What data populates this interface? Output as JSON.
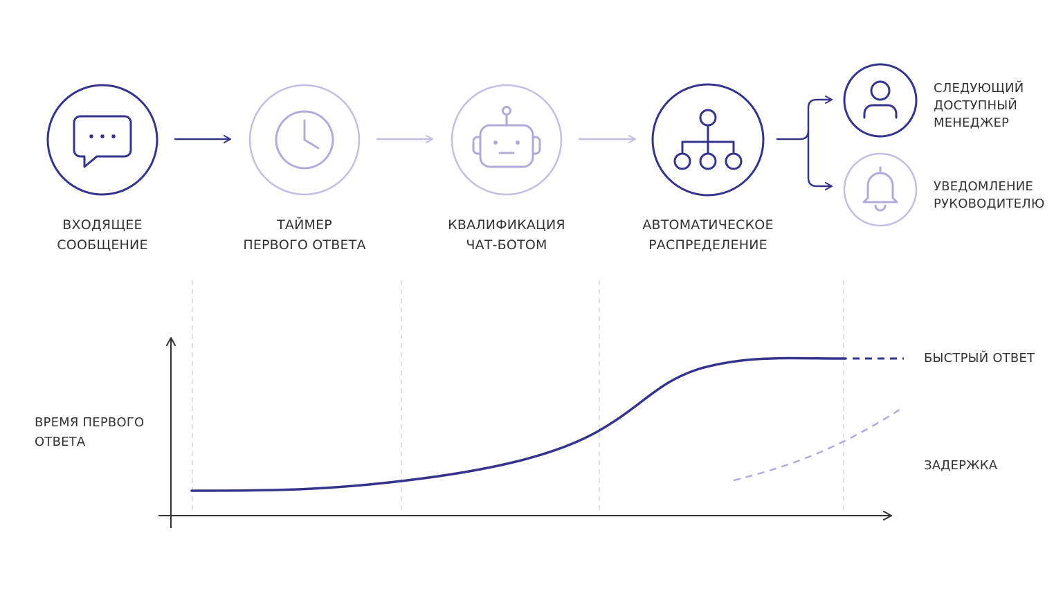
{
  "colors": {
    "primary": "#34348f",
    "muted": "#c3bde6",
    "muted_stroke": "#b2aadb",
    "grid": "#d6d6dc",
    "axis": "#333333",
    "text": "#333333"
  },
  "steps": [
    {
      "icon": "chat-bubble-icon",
      "active": true,
      "label": [
        "ВХОДЯЩЕЕ",
        "СООБЩЕНИЕ"
      ]
    },
    {
      "icon": "clock-icon",
      "active": false,
      "label": [
        "ТАЙМЕР",
        "ПЕРВОГО ОТВЕТА"
      ]
    },
    {
      "icon": "robot-icon",
      "active": false,
      "label": [
        "КВАЛИФИКАЦИЯ",
        "ЧАТ-БОТОМ"
      ]
    },
    {
      "icon": "hierarchy-icon",
      "active": true,
      "label": [
        "АВТОМАТИЧЕСКОЕ",
        "РАСПРЕДЕЛЕНИЕ"
      ]
    }
  ],
  "branches": [
    {
      "icon": "user-icon",
      "active": true,
      "label": [
        "СЛЕДУЮЩИЙ",
        "ДОСТУПНЫЙ",
        "МЕНЕДЖЕР"
      ]
    },
    {
      "icon": "bell-icon",
      "active": false,
      "label": [
        "УВЕДОМЛЕНИЕ",
        "РУКОВОДИТЕЛЮ"
      ]
    }
  ],
  "graph": {
    "y_label": [
      "ВРЕМЯ ПЕРВОГО",
      "ОТВЕТА"
    ],
    "fast_label": "БЫСТРЫЙ ОТВЕТ",
    "delay_label": "ЗАДЕРЖКА"
  }
}
